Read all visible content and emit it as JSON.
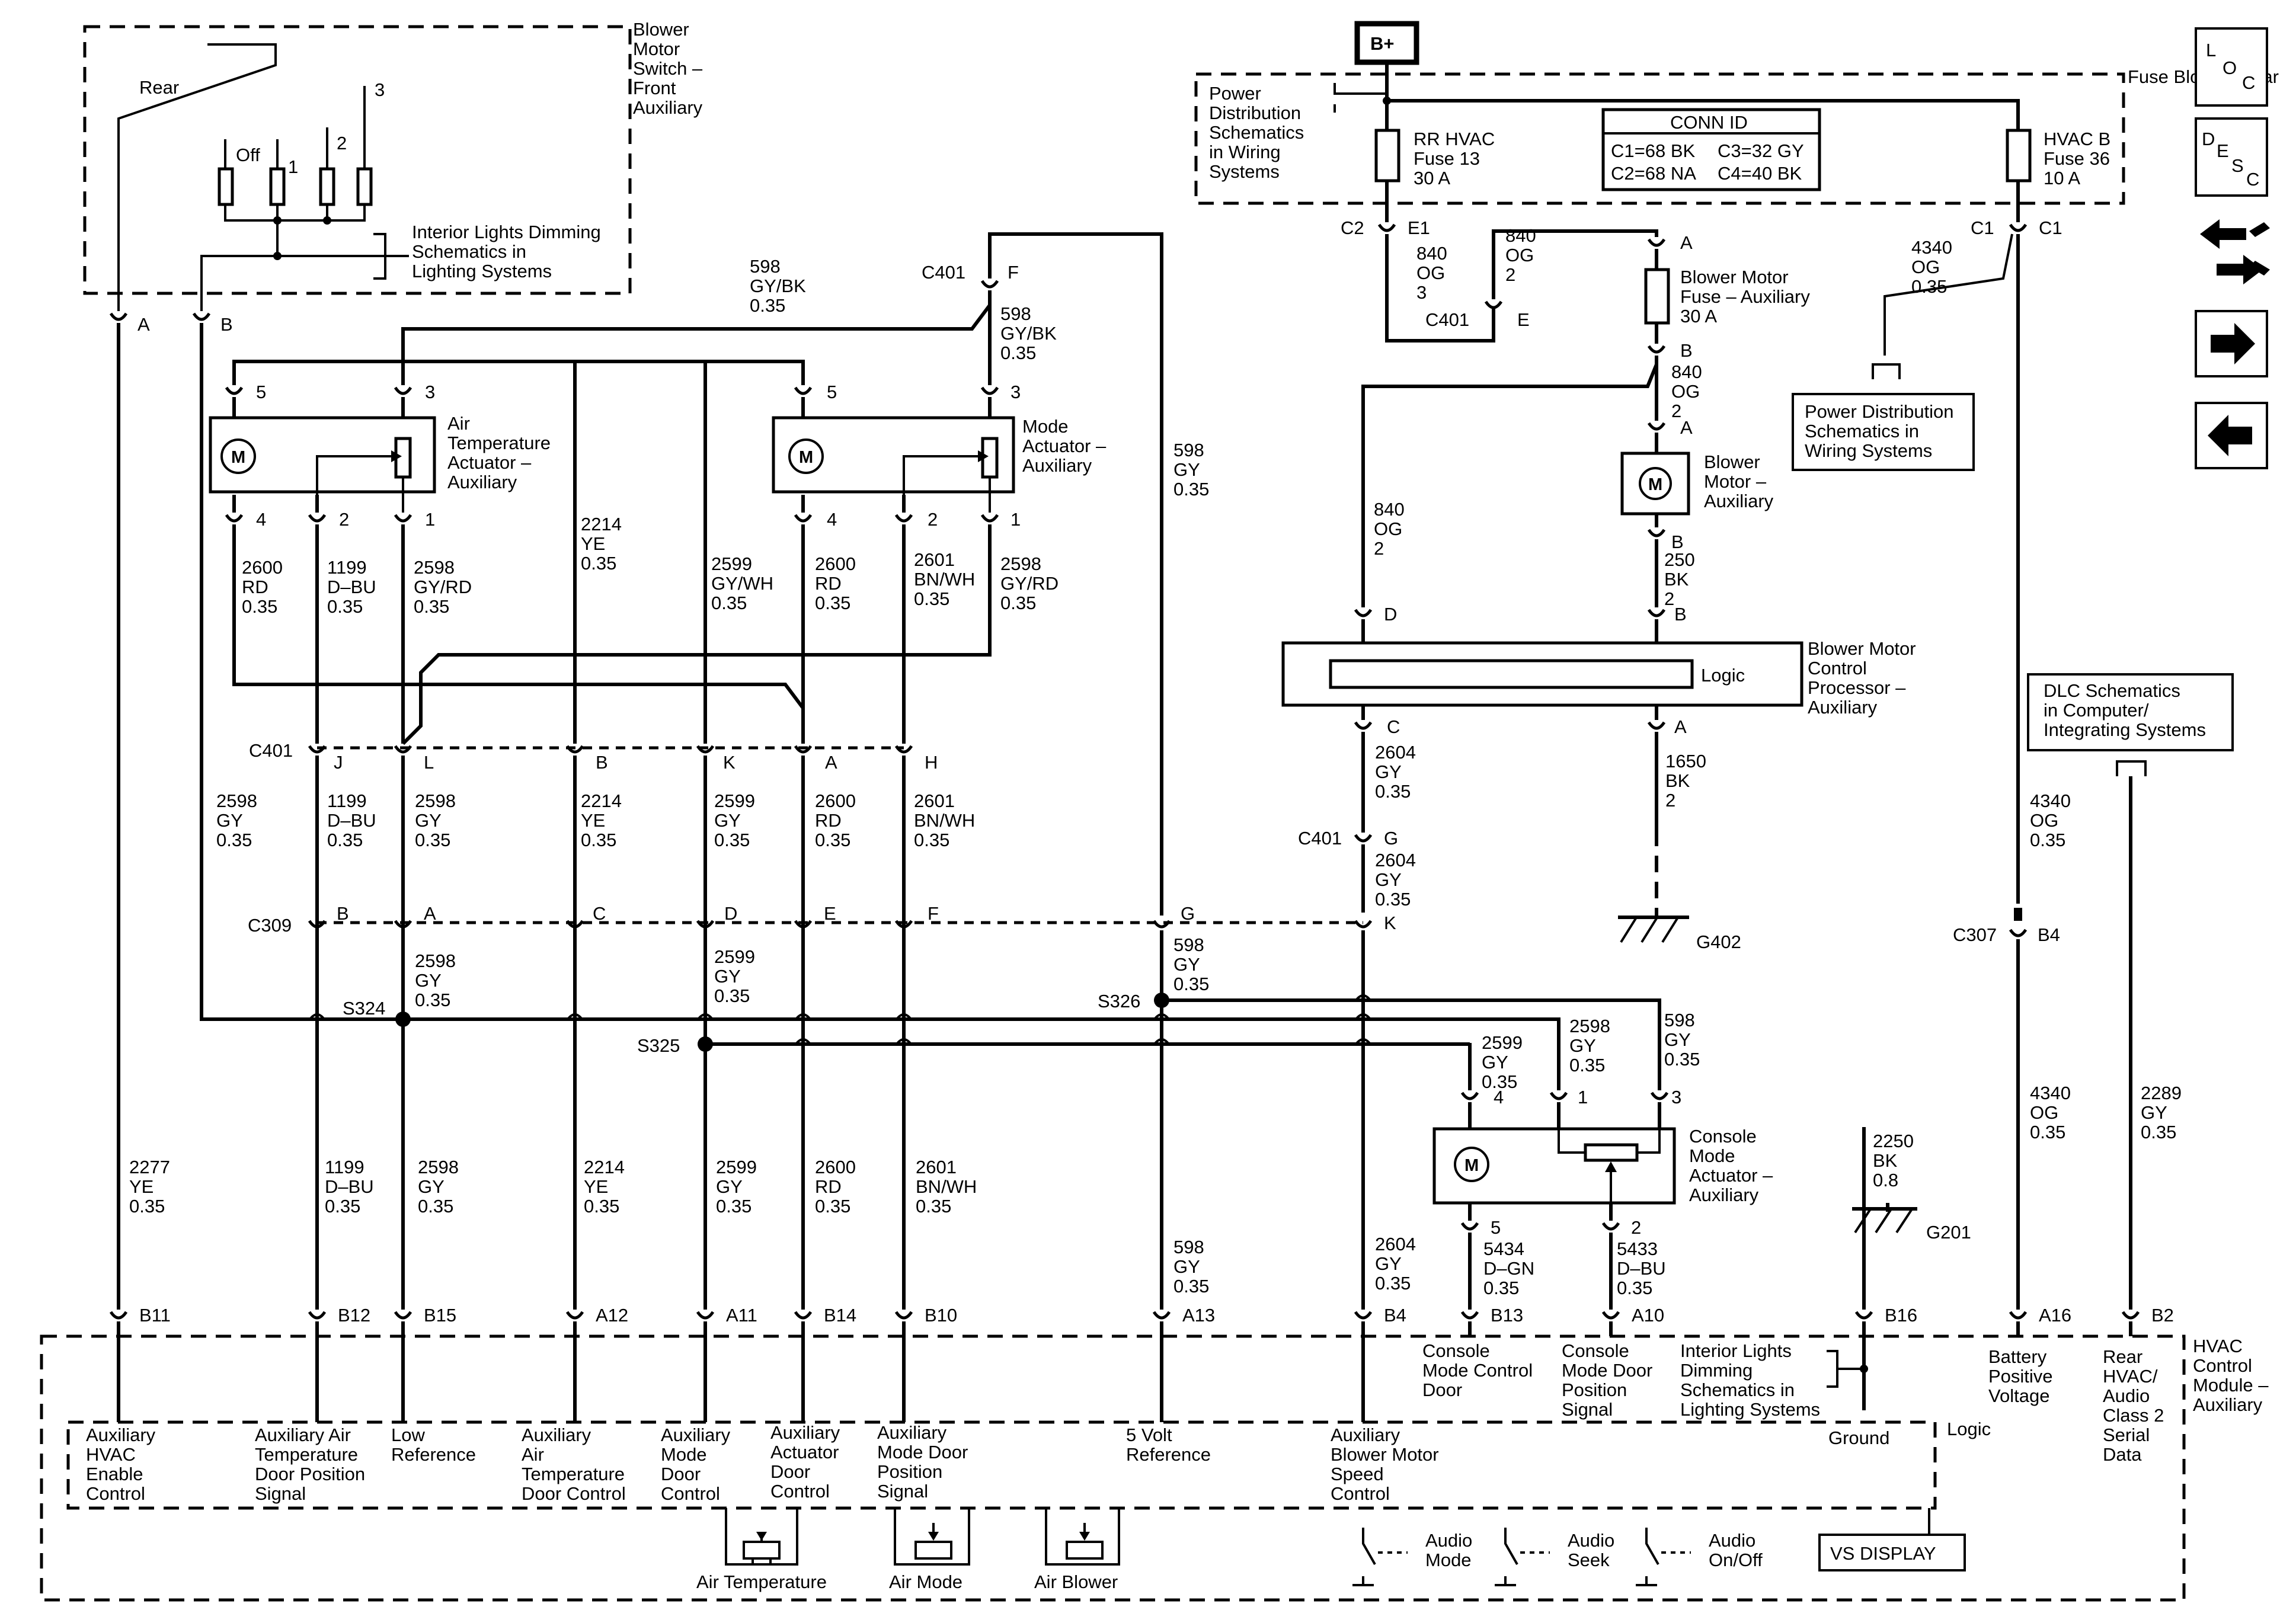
{
  "battery": "B+",
  "fuse_block": {
    "title": "Fuse Block – Rear",
    "rr_hvac_fuse": [
      "RR HVAC",
      "Fuse 13",
      "30 A"
    ],
    "hvac_b_fuse": [
      "HVAC B",
      "Fuse 36",
      "10 A"
    ],
    "power_dist": [
      "Power",
      "Distribution",
      "Schematics",
      "in Wiring",
      "Systems"
    ],
    "conn_id_title": "CONN ID",
    "conn_id": [
      "C1=68 BK",
      "C3=32 GY",
      "C2=68 NA",
      "C4=40 BK"
    ],
    "connectors": {
      "c2": "C2",
      "e1": "E1",
      "c1a": "C1",
      "c1b": "C1"
    }
  },
  "blower_switch": {
    "title": [
      "Blower",
      "Motor",
      "Switch –",
      "Front",
      "Auxiliary"
    ],
    "rear": "Rear",
    "off": "Off",
    "p1": "1",
    "p2": "2",
    "p3": "3",
    "dimming": [
      "Interior Lights Dimming",
      "Schematics in",
      "Lighting Systems"
    ],
    "pin_a": "A",
    "pin_b": "B"
  },
  "air_temp_actuator": {
    "label": [
      "Air",
      "Temperature",
      "Actuator –",
      "Auxiliary"
    ],
    "pins": [
      "5",
      "3",
      "4",
      "2",
      "1"
    ],
    "motor": "M"
  },
  "mode_actuator": {
    "label": [
      "Mode",
      "Actuator –",
      "Auxiliary"
    ],
    "pins": [
      "5",
      "3",
      "4",
      "2",
      "1"
    ],
    "motor": "M"
  },
  "blower_motor_fuse": {
    "label": [
      "Blower Motor",
      "Fuse – Auxiliary",
      "30 A"
    ],
    "pin_a": "A",
    "pin_b": "B"
  },
  "blower_motor": {
    "label": [
      "Blower",
      "Motor –",
      "Auxiliary"
    ],
    "pin_a": "A",
    "pin_b": "B",
    "motor": "M"
  },
  "blower_processor": {
    "label": [
      "Blower Motor",
      "Control",
      "Processor –",
      "Auxiliary"
    ],
    "logic": "Logic",
    "pins": [
      "D",
      "B",
      "C",
      "A"
    ]
  },
  "console_actuator": {
    "label": [
      "Console",
      "Mode",
      "Actuator –",
      "Auxiliary"
    ],
    "pins": [
      "4",
      "1",
      "3",
      "5",
      "2"
    ],
    "motor": "M"
  },
  "dlc": [
    "DLC Schematics",
    "in Computer/",
    "Integrating Systems"
  ],
  "power_dist_right": [
    "Power Distribution",
    "Schematics in",
    "Wiring Systems"
  ],
  "grounds": {
    "g402": "G402",
    "g201": "G201"
  },
  "wires": {
    "w840_top": [
      "840",
      "OG",
      "3"
    ],
    "w840_e": [
      "840",
      "OG",
      "2"
    ],
    "w840_b": [
      "840",
      "OG",
      "2"
    ],
    "w840_left": [
      "840",
      "OG",
      "2"
    ],
    "w4340_top": [
      "4340",
      "OG",
      "0.35"
    ],
    "w598_top": [
      "598",
      "GY/BK",
      "0.35"
    ],
    "w598_f": [
      "598",
      "GY/BK",
      "0.35"
    ],
    "w598_mid": [
      "598",
      "GY",
      "0.35"
    ],
    "w250": [
      "250",
      "BK",
      "2"
    ],
    "w2600_a": [
      "2600",
      "RD",
      "0.35"
    ],
    "w1199_a": [
      "1199",
      "D–BU",
      "0.35"
    ],
    "w2598_a": [
      "2598",
      "GY/RD",
      "0.35"
    ],
    "w2214_a": [
      "2214",
      "YE",
      "0.35"
    ],
    "w2599_a": [
      "2599",
      "GY/WH",
      "0.35"
    ],
    "w2600_b": [
      "2600",
      "RD",
      "0.35"
    ],
    "w2601_a": [
      "2601",
      "BN/WH",
      "0.35"
    ],
    "w2598_b": [
      "2598",
      "GY/RD",
      "0.35"
    ],
    "w2598_c": [
      "2598",
      "GY",
      "0.35"
    ],
    "w1199_b": [
      "1199",
      "D–BU",
      "0.35"
    ],
    "w2598_d": [
      "2598",
      "GY",
      "0.35"
    ],
    "w2214_b": [
      "2214",
      "YE",
      "0.35"
    ],
    "w2599_b": [
      "2599",
      "GY",
      "0.35"
    ],
    "w2600_c": [
      "2600",
      "RD",
      "0.35"
    ],
    "w2601_b": [
      "2601",
      "BN/WH",
      "0.35"
    ],
    "w2604_a": [
      "2604",
      "GY",
      "0.35"
    ],
    "w2604_b": [
      "2604",
      "GY",
      "0.35"
    ],
    "w1650": [
      "1650",
      "BK",
      "2"
    ],
    "w4340_mid": [
      "4340",
      "OG",
      "0.35"
    ],
    "w2598_e": [
      "2598",
      "GY",
      "0.35"
    ],
    "w2599_c": [
      "2599",
      "GY",
      "0.35"
    ],
    "w598_g": [
      "598",
      "GY",
      "0.35"
    ],
    "w2599_d": [
      "2599",
      "GY",
      "0.35"
    ],
    "w2598_f": [
      "2598",
      "GY",
      "0.35"
    ],
    "w598_h": [
      "598",
      "GY",
      "0.35"
    ],
    "w2277": [
      "2277",
      "YE",
      "0.35"
    ],
    "w1199_c": [
      "1199",
      "D–BU",
      "0.35"
    ],
    "w2598_g": [
      "2598",
      "GY",
      "0.35"
    ],
    "w2214_c": [
      "2214",
      "YE",
      "0.35"
    ],
    "w2599_e": [
      "2599",
      "GY",
      "0.35"
    ],
    "w2600_d": [
      "2600",
      "RD",
      "0.35"
    ],
    "w2601_c": [
      "2601",
      "BN/WH",
      "0.35"
    ],
    "w598_i": [
      "598",
      "GY",
      "0.35"
    ],
    "w2604_c": [
      "2604",
      "GY",
      "0.35"
    ],
    "w5434": [
      "5434",
      "D–GN",
      "0.35"
    ],
    "w5433": [
      "5433",
      "D–BU",
      "0.35"
    ],
    "w2250": [
      "2250",
      "BK",
      "0.8"
    ],
    "w4340_low": [
      "4340",
      "OG",
      "0.35"
    ],
    "w2289": [
      "2289",
      "GY",
      "0.35"
    ]
  },
  "c401_top": {
    "name": "C401",
    "pin": "F"
  },
  "c401_e": {
    "name": "C401",
    "pin": "E"
  },
  "c401_row": {
    "name": "C401",
    "pins": [
      "J",
      "L",
      "B",
      "K",
      "A",
      "H"
    ]
  },
  "c401_g": {
    "name": "C401",
    "pin": "G",
    "pin_c": "C",
    "pin_a": "A"
  },
  "c309": {
    "name": "C309",
    "pins": [
      "B",
      "A",
      "C",
      "D",
      "E",
      "F",
      "G",
      "K"
    ]
  },
  "c307": {
    "name": "C307",
    "pin": "B4"
  },
  "splices": {
    "s324": "S324",
    "s325": "S325",
    "s326": "S326"
  },
  "module": {
    "title": [
      "HVAC",
      "Control",
      "Module –",
      "Auxiliary"
    ],
    "logic": "Logic",
    "pins": [
      "B11",
      "B12",
      "B15",
      "A12",
      "A11",
      "B14",
      "B10",
      "A13",
      "B4",
      "B13",
      "A10",
      "B16",
      "A16",
      "B2"
    ],
    "functions": {
      "f1": [
        "Auxiliary",
        "HVAC",
        "Enable",
        "Control"
      ],
      "f2": [
        "Auxiliary Air",
        "Temperature",
        "Door Position",
        "Signal"
      ],
      "f3": [
        "Low",
        "Reference"
      ],
      "f4": [
        "Auxiliary",
        "Air",
        "Temperature",
        "Door Control"
      ],
      "f5": [
        "Auxiliary",
        "Mode",
        "Door",
        "Control"
      ],
      "f6": [
        "Auxiliary",
        "Actuator",
        "Door",
        "Control"
      ],
      "f7": [
        "Auxiliary",
        "Mode Door",
        "Position",
        "Signal"
      ],
      "f8": [
        "5 Volt",
        "Reference"
      ],
      "f9": [
        "Auxiliary",
        "Blower Motor",
        "Speed",
        "Control"
      ],
      "f10": [
        "Console",
        "Mode Control",
        "Door"
      ],
      "f11": [
        "Console",
        "Mode Door",
        "Position",
        "Signal"
      ],
      "f12": [
        "Interior Lights",
        "Dimming",
        "Schematics in",
        "Lighting Systems"
      ],
      "f13": "Ground",
      "f14": [
        "Battery",
        "Positive",
        "Voltage"
      ],
      "f15": [
        "Rear",
        "HVAC/",
        "Audio",
        "Class 2",
        "Serial",
        "Data"
      ]
    },
    "pots": [
      "Air Temperature",
      "Air Mode",
      "Air Blower"
    ],
    "switches": [
      [
        "Audio",
        "Mode"
      ],
      [
        "Audio",
        "Seek"
      ],
      [
        "Audio",
        "On/Off"
      ]
    ],
    "vs_display": "VS DISPLAY"
  },
  "nav": {
    "loc": [
      "L",
      "O",
      "C"
    ],
    "desc": [
      "D",
      "E",
      "S",
      "C"
    ],
    "icons": [
      "connector-swap-icon",
      "arrow-right-icon",
      "arrow-left-icon"
    ]
  }
}
